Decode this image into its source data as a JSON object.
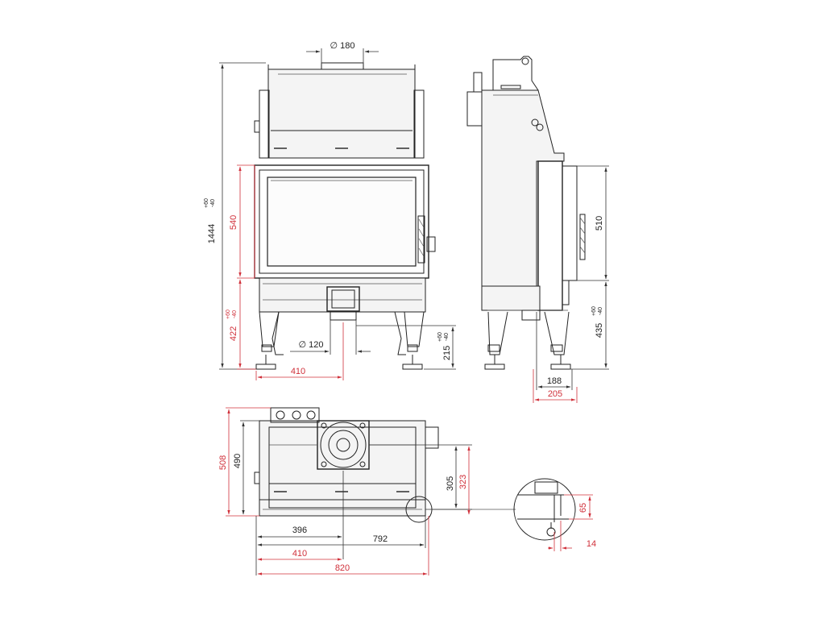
{
  "colors": {
    "line": "#222222",
    "dimension_red": "#d0303a",
    "background": "#ffffff"
  },
  "front_view": {
    "total_height": "1444",
    "total_height_tol_plus": "+60",
    "total_height_tol_minus": "-40",
    "door_height": "540",
    "base_height": "422",
    "base_height_tol_plus": "+60",
    "base_height_tol_minus": "-40",
    "flue_diameter": "∅ 180",
    "air_inlet_diameter": "∅ 120",
    "inlet_height": "215",
    "inlet_height_tol_plus": "+60",
    "inlet_height_tol_minus": "-40",
    "inlet_offset": "410"
  },
  "side_view": {
    "door_height": "510",
    "base_height": "435",
    "base_height_tol_plus": "+60",
    "base_height_tol_minus": "-40",
    "depth_inner": "188",
    "depth_outer": "205"
  },
  "top_view": {
    "depth_outer": "508",
    "depth_inner": "490",
    "flue_offset_inner": "305",
    "flue_offset_outer": "323",
    "width_to_flue_inner": "396",
    "width_inner": "792",
    "width_to_flue_outer": "410",
    "width_outer": "820"
  },
  "detail": {
    "vertical": "65",
    "horizontal": "14"
  }
}
